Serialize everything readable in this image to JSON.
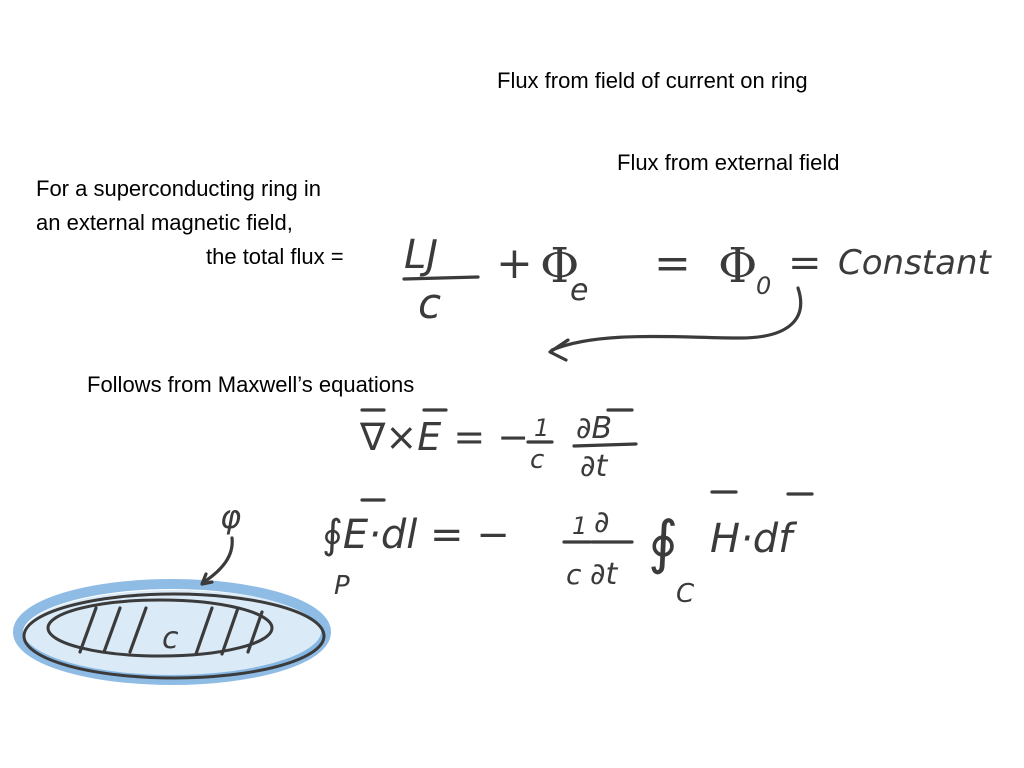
{
  "slide": {
    "label_flux_current": "Flux from field of current on ring",
    "label_flux_external": "Flux from external field",
    "intro_line_1": "For a superconducting ring in",
    "intro_line_2": "an external magnetic field,",
    "intro_line_3": "the total flux =",
    "label_follows": "Follows from Maxwell’s equations"
  },
  "handwriting": {
    "eq1_fraction_numerator": "LJ",
    "eq1_fraction_denominator": "c",
    "eq1_plus": "+",
    "eq1_phi_e": "Φ",
    "eq1_phi_e_sub": "e",
    "eq1_equals": "=",
    "eq1_phi_0": "Φ",
    "eq1_phi_0_sub": "0",
    "eq1_equals_2": "=",
    "eq1_constant": "Constant",
    "eq2_curl": "∇×E = −",
    "eq2_frac_num": "1",
    "eq2_frac_den": "c",
    "eq2_dB_num": "∂B",
    "eq2_dB_den": "∂t",
    "eq3_lhs": "∮E·dl = −",
    "eq3_lhs_sub": "P",
    "eq3_frac_num": "1",
    "eq3_frac_den": "c",
    "eq3_d_num": "∂",
    "eq3_d_den": "∂t",
    "eq3_integral": "∮",
    "eq3_integral_sub": "C",
    "eq3_rhs": "H·df",
    "sketch_phi": "φ",
    "sketch_c": "c"
  },
  "colors": {
    "ink": "#3b3b3b",
    "ring_highlight": "#6aa6dc"
  }
}
